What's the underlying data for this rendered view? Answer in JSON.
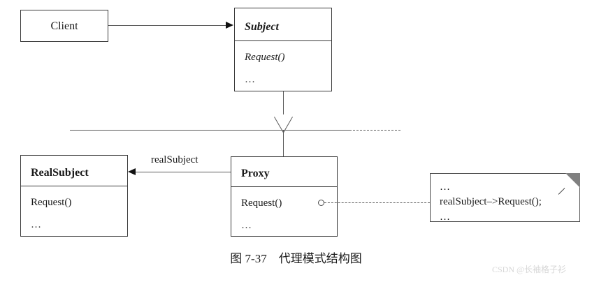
{
  "diagram": {
    "caption": "图 7-37　代理模式结构图",
    "watermark": "CSDN @长袖格子衫",
    "classes": {
      "client": {
        "name": "Client"
      },
      "subject": {
        "name": "Subject",
        "members": [
          "Request()",
          "…"
        ]
      },
      "real_subject": {
        "name": "RealSubject",
        "members": [
          "Request()",
          "…"
        ]
      },
      "proxy": {
        "name": "Proxy",
        "members": [
          "Request()",
          "…"
        ]
      }
    },
    "associations": {
      "real_subject_label": "realSubject"
    },
    "note": {
      "lines": [
        "…",
        "realSubject–>Request();",
        "…"
      ]
    },
    "colors": {
      "background": "#ffffff",
      "box_border": "#3a3a3a",
      "connector": "#5a5a5a",
      "arrowhead": "#111111",
      "note_fold": "#808080",
      "watermark": "#d6d6d6"
    }
  }
}
